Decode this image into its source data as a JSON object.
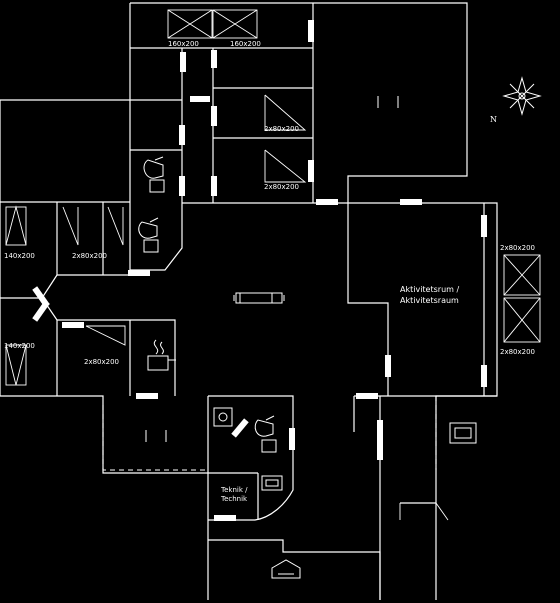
{
  "rooms": {
    "bed_top_left": "160x200",
    "bed_top_right": "160x200",
    "bunk_upper": "2x80x200",
    "bunk_lower": "2x80x200",
    "bed_left": "140x200",
    "bunk_left_mid": "2x80x200",
    "bed_left_lower": "140x200",
    "bunk_left_lower": "2x80x200",
    "activity_line1": "Aktivitetsrum /",
    "activity_line2": "Aktivitetsraum",
    "bunk_right_upper": "2x80x200",
    "bunk_right_lower": "2x80x200",
    "utility_line1": "Teknik /",
    "utility_line2": "Technik"
  },
  "compass": {
    "north": "N"
  },
  "colors": {
    "background": "#000000",
    "lines": "#ffffff"
  }
}
